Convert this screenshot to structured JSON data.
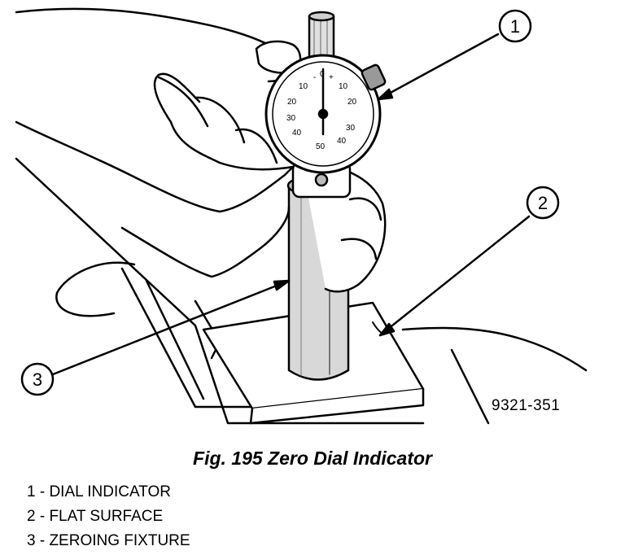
{
  "figure": {
    "code": "9321-351",
    "caption": "Fig. 195 Zero Dial Indicator"
  },
  "callouts": [
    {
      "number": "1"
    },
    {
      "number": "2"
    },
    {
      "number": "3"
    }
  ],
  "dial": {
    "left_scale": [
      "10",
      "20",
      "30",
      "40"
    ],
    "right_scale": [
      "10",
      "20",
      "30",
      "40"
    ],
    "bottom": "50",
    "top": "0",
    "minus": "-",
    "plus": "+"
  },
  "legend": [
    {
      "text": "1 - DIAL INDICATOR"
    },
    {
      "text": "2 - FLAT SURFACE"
    },
    {
      "text": "3 - ZEROING FIXTURE"
    }
  ]
}
